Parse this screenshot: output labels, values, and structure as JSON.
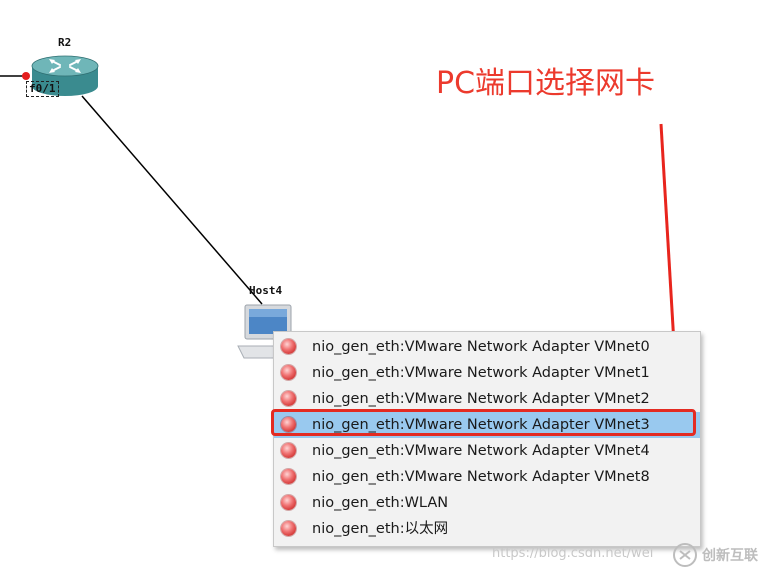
{
  "topology": {
    "router": {
      "name": "R2",
      "port": "f0/1"
    },
    "host": {
      "name": "Host4"
    }
  },
  "annotation": {
    "text": "PC端口选择网卡",
    "color": "#ec3a2d"
  },
  "context_menu": {
    "items": [
      {
        "label": "nio_gen_eth:VMware Network Adapter VMnet0",
        "selected": false
      },
      {
        "label": "nio_gen_eth:VMware Network Adapter VMnet1",
        "selected": false
      },
      {
        "label": "nio_gen_eth:VMware Network Adapter VMnet2",
        "selected": false
      },
      {
        "label": "nio_gen_eth:VMware Network Adapter VMnet3",
        "selected": true
      },
      {
        "label": "nio_gen_eth:VMware Network Adapter VMnet4",
        "selected": false
      },
      {
        "label": "nio_gen_eth:VMware Network Adapter VMnet8",
        "selected": false
      },
      {
        "label": "nio_gen_eth:WLAN",
        "selected": false
      },
      {
        "label": "nio_gen_eth:以太网",
        "selected": false
      }
    ],
    "item_icon": "red-status-dot-icon",
    "selected_color": "#99c9ef"
  },
  "watermark": {
    "text": "https://blog.csdn.net/wei"
  },
  "brand": {
    "name": "创新互联",
    "icon": "brand-logo-icon"
  }
}
